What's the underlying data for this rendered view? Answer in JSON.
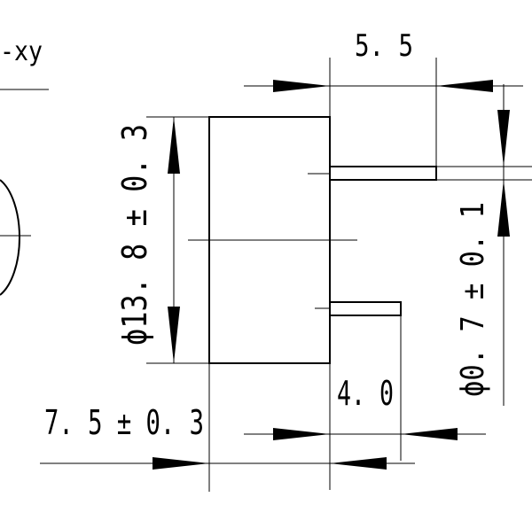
{
  "labels": {
    "corner_label": "-xy",
    "dim_top_width": "5. 5",
    "dim_body_diameter": "ϕ13. 8 ± 0. 3",
    "dim_pin_diameter": "ϕ0. 7 ± 0. 1",
    "dim_pin_spacing": "4. 0",
    "dim_body_height": "7. 5 ± 0. 3"
  },
  "colors": {
    "line": "#000000",
    "background": "#ffffff"
  }
}
